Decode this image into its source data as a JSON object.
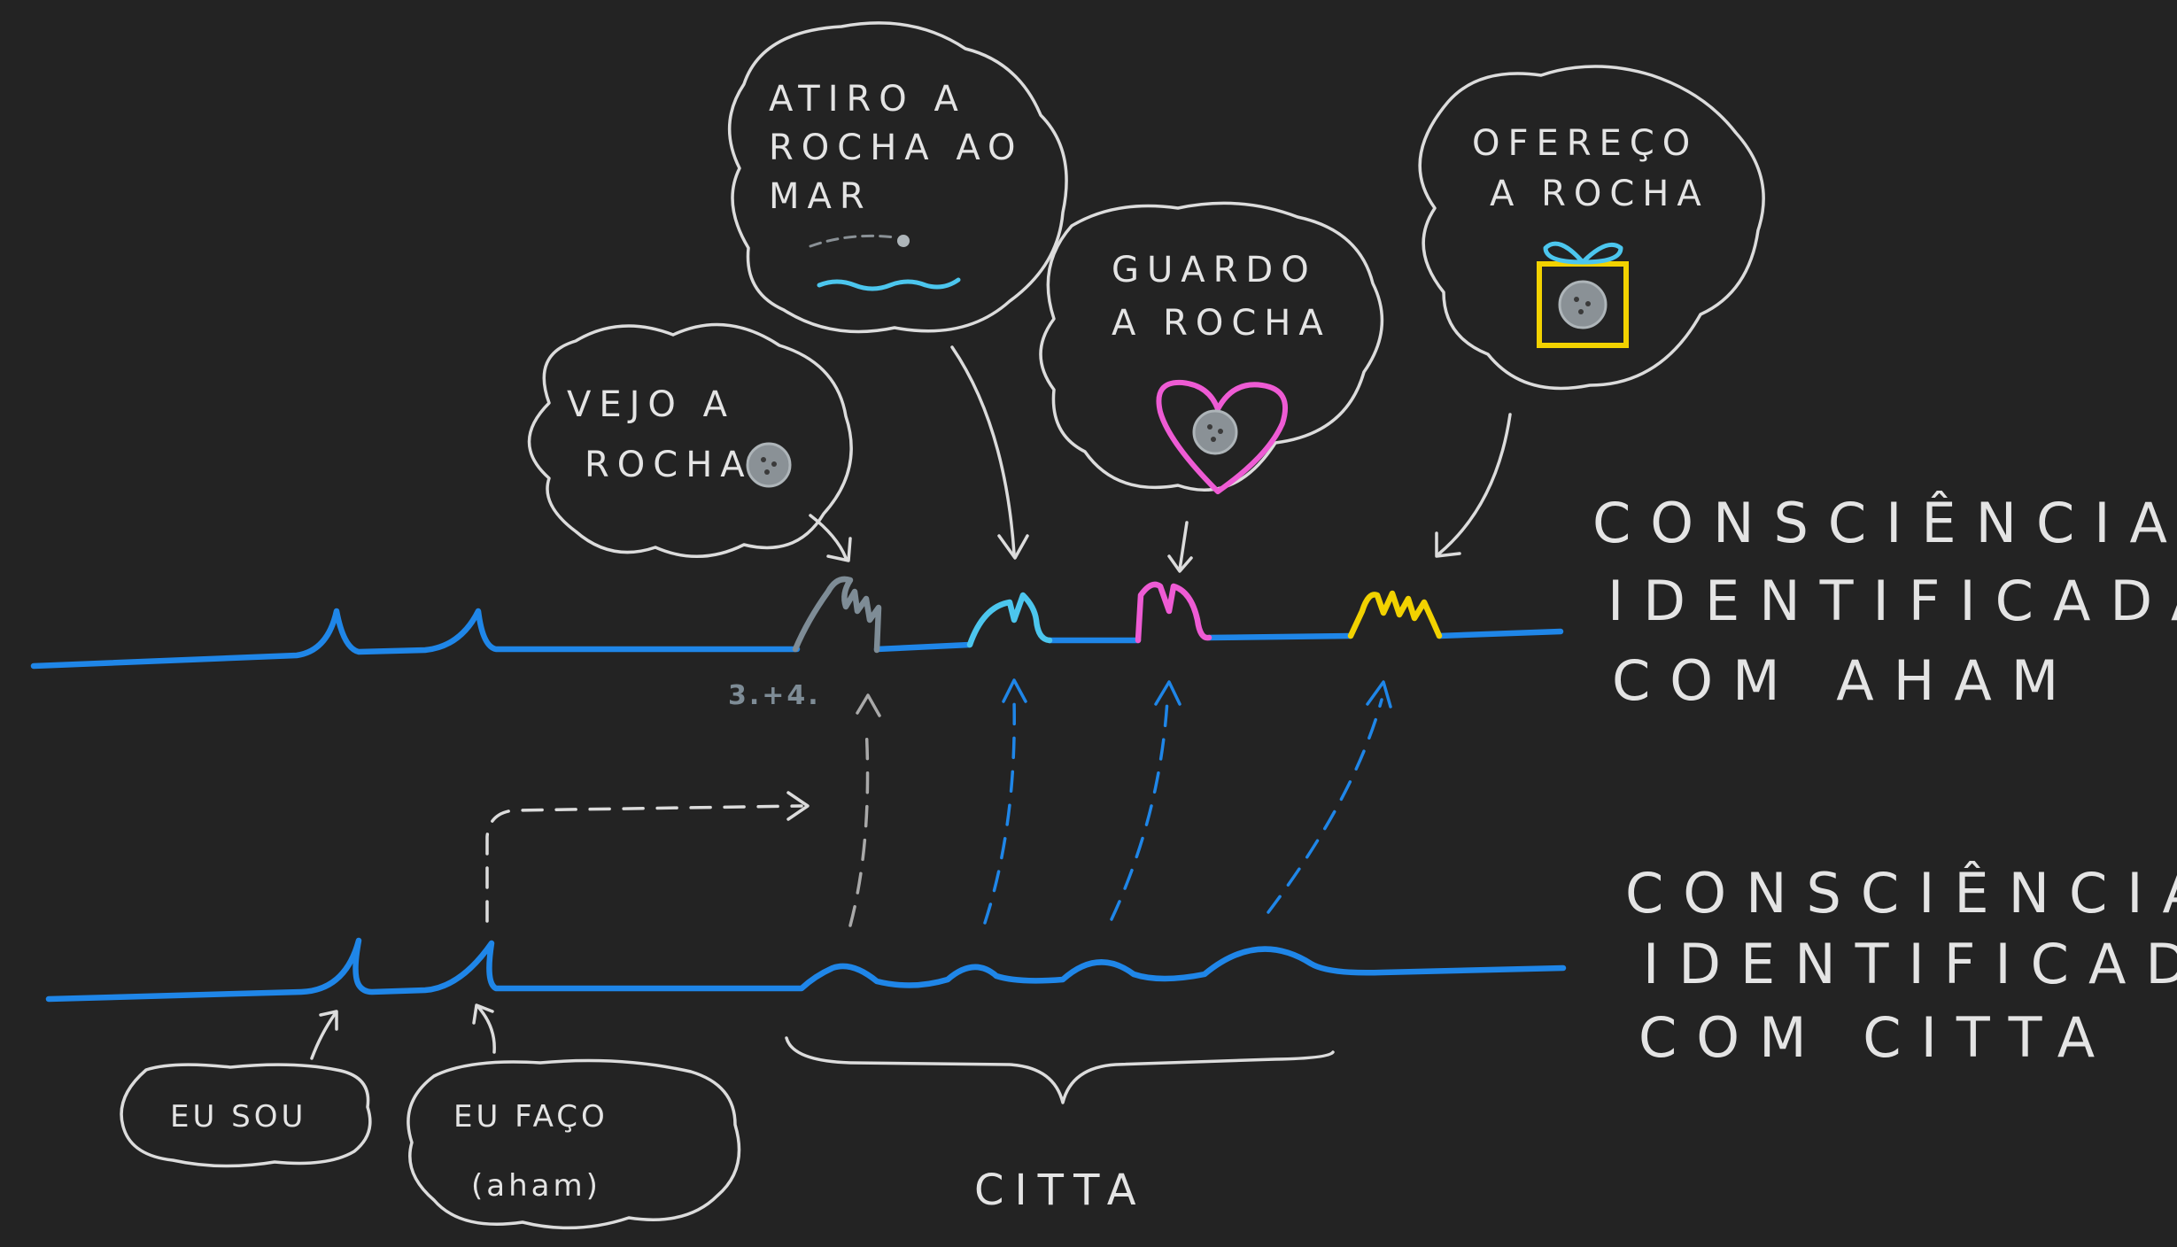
{
  "labels": {
    "consciousness_aham": [
      "CONSCIÊNCIA",
      "IDENTIFICADA",
      "COM AHAM"
    ],
    "consciousness_citta": [
      "CONSCIÊNCIA",
      "IDENTIFICADA",
      "COM CITTA"
    ],
    "citta": "CITTA",
    "step_note": "3.+4."
  },
  "bubbles": {
    "vejo": [
      "VEJO A",
      "ROCHA"
    ],
    "atiro": [
      "ATIRO A",
      "ROCHA AO",
      "MAR"
    ],
    "guardo": [
      "GUARDO",
      "A ROCHA"
    ],
    "ofereco": [
      "OFEREÇO",
      "A ROCHA"
    ],
    "eu_sou": "EU SOU",
    "eu_faco": [
      "EU FAÇO",
      "(aham)"
    ]
  },
  "colors": {
    "background": "#232323",
    "stroke": "#dcdcdc",
    "wave": "#1f86e8",
    "grey_wave": "#7e8c96",
    "cyan_wave": "#4cc6ee",
    "pink": "#ee5bd4",
    "yellow": "#f2d200"
  },
  "icons": [
    "rock-icon",
    "heart-icon",
    "gift-icon",
    "sea-water-icon"
  ]
}
